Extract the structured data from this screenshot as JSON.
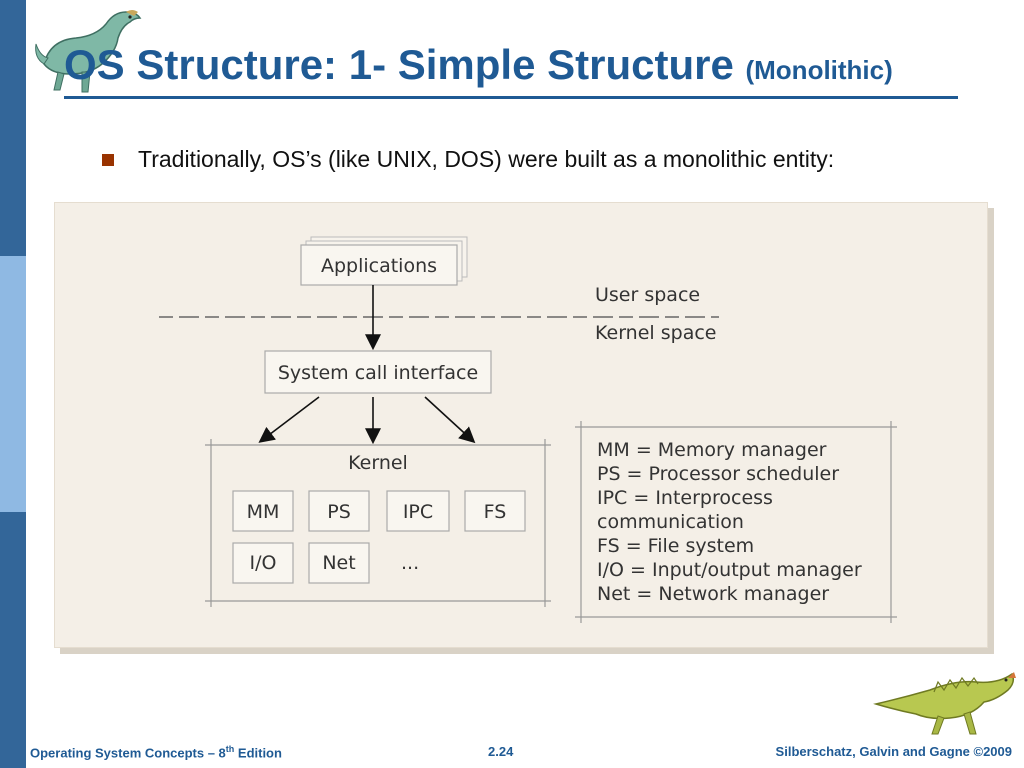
{
  "slide": {
    "title_main": "OS Structure: 1- Simple Structure",
    "title_sub": "(Monolithic)",
    "bullet": "Traditionally, OS’s (like UNIX, DOS) were built as a monolithic entity:"
  },
  "diagram": {
    "applications": "Applications",
    "user_space": "User space",
    "kernel_space": "Kernel space",
    "syscall": "System call interface",
    "kernel": "Kernel",
    "modules_row1": [
      "MM",
      "PS",
      "IPC",
      "FS"
    ],
    "modules_row2": [
      "I/O",
      "Net"
    ],
    "ellipsis": "...",
    "legend": [
      "MM = Memory manager",
      "PS = Processor scheduler",
      "IPC = Interprocess",
      "communication",
      "FS = File system",
      "I/O = Input/output manager",
      "Net = Network manager"
    ]
  },
  "footer": {
    "left_text": "Operating System Concepts – 8",
    "left_sup": "th",
    "left_suffix": " Edition",
    "center": "2.24",
    "right": "Silberschatz, Galvin and Gagne ©2009"
  },
  "colors": {
    "title": "#1f5a94",
    "bullet": "#993300",
    "figure_bg": "#f4efe7",
    "left_bar": "#336699"
  },
  "icons": {
    "top_logo": "dinosaur-icon",
    "bottom_logo": "dinosaur-icon"
  }
}
